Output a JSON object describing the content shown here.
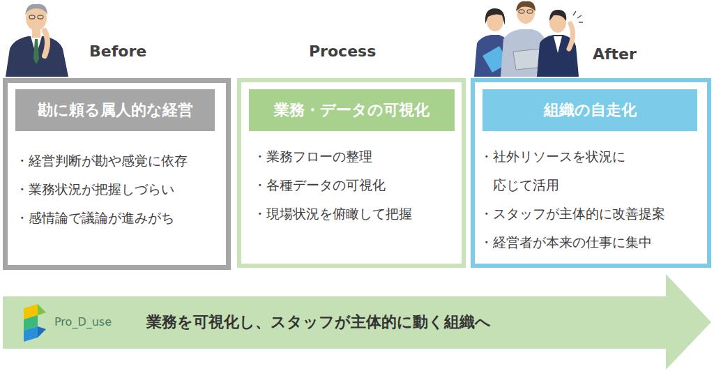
{
  "diagram": {
    "nodes": [
      {
        "text": [
          "Before",
          "・経営判断が勘や感覚に依存",
          "・業務状況が把握しづらい",
          "・感情論で議論が進みがち"
        ]
      },
      {
        "text": [
          "勘に頼る属人的な経営"
        ],
        "in": 0
      },
      {
        "text": [
          "Process",
          "・業務フローの整理",
          "・各種データの可視化",
          "・現場状況を俯瞰して把握"
        ]
      },
      {
        "text": [
          "業務・データの可視化"
        ],
        "in": 2
      },
      {
        "text": [
          "After",
          "・社外リソースを状況に 応じて活用",
          "・スタッフが主体的に改善提案",
          "・経営者が本来の仕事に集中"
        ]
      },
      {
        "text": [
          "組織の自走化"
        ],
        "in": 4
      },
      {
        "text": [
          "業務を可視化し、スタッフが主体的に動く組織へ"
        ]
      }
    ],
    "labels": [
      "Pro_D_use"
    ]
  }
}
